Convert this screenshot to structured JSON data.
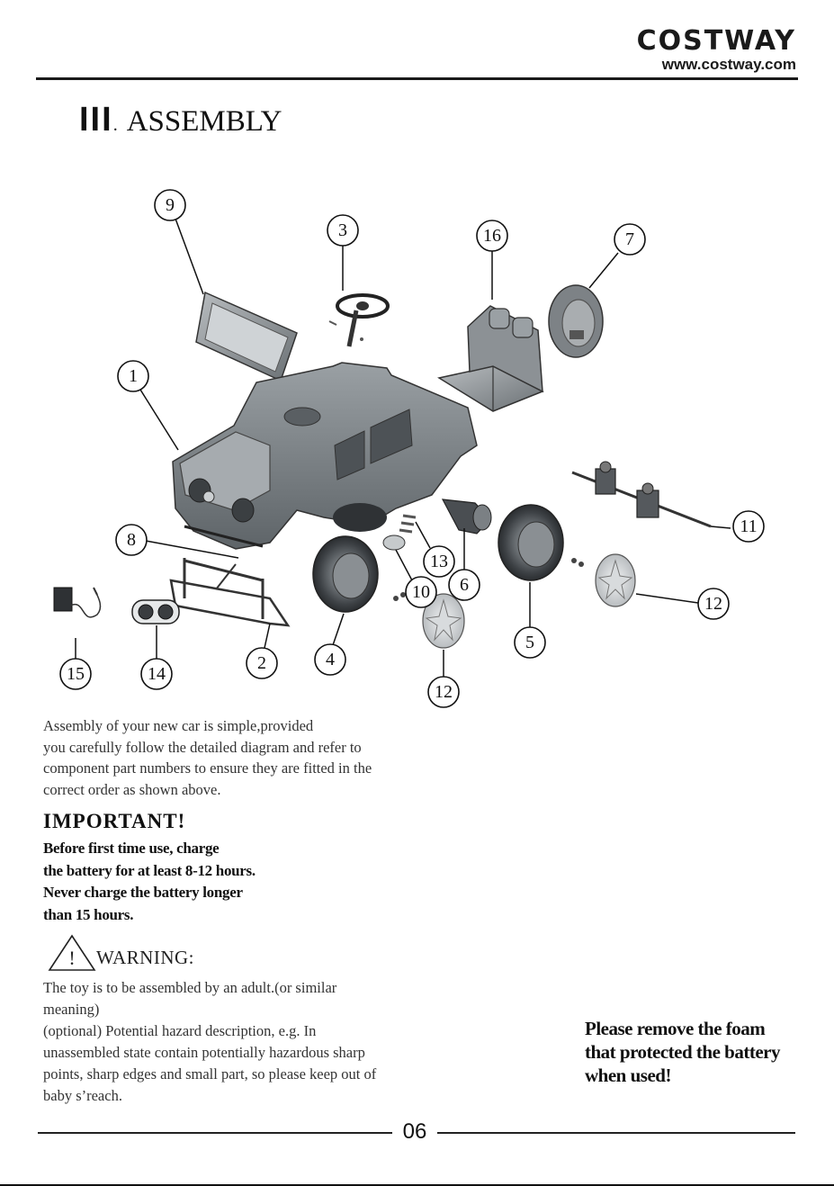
{
  "header": {
    "brand_logo": "COSTWAY",
    "brand_url": "www.costway.com"
  },
  "section": {
    "number": "III",
    "dot": ".",
    "title": "ASSEMBLY"
  },
  "diagram": {
    "callouts": {
      "c9": "9",
      "c3": "3",
      "c16": "16",
      "c7": "7",
      "c1": "1",
      "c8": "8",
      "c11": "11",
      "c13": "13",
      "c10": "10",
      "c6": "6",
      "c12a": "12",
      "c12b": "12",
      "c5": "5",
      "c4": "4",
      "c2": "2",
      "c15": "15",
      "c14": "14"
    }
  },
  "intro": {
    "line1": "Assembly of your new car is simple,provided",
    "line2": "you carefully follow the detailed diagram and refer to",
    "line3": "component part numbers to ensure they are fitted in the",
    "line4": "correct order as shown above."
  },
  "important": {
    "title": "IMPORTANT!",
    "line1": "Before first time use, charge",
    "line2": "the battery for at least 8-12 hours.",
    "line3": "Never charge the battery longer",
    "line4": "than 15 hours."
  },
  "warning": {
    "symbol": "!",
    "title": "WARNING:",
    "line1": "The toy is to be assembled by an adult.(or similar",
    "line2": "meaning)",
    "line3": "(optional) Potential hazard description, e.g. In",
    "line4": "unassembled state contain potentially hazardous sharp",
    "line5": "points, sharp edges and small part, so please keep out of",
    "line6": "baby s’reach."
  },
  "foam_note": {
    "line1": "Please remove the foam",
    "line2": "that protected the battery",
    "line3": "when used!"
  },
  "footer": {
    "page_number": "06"
  }
}
